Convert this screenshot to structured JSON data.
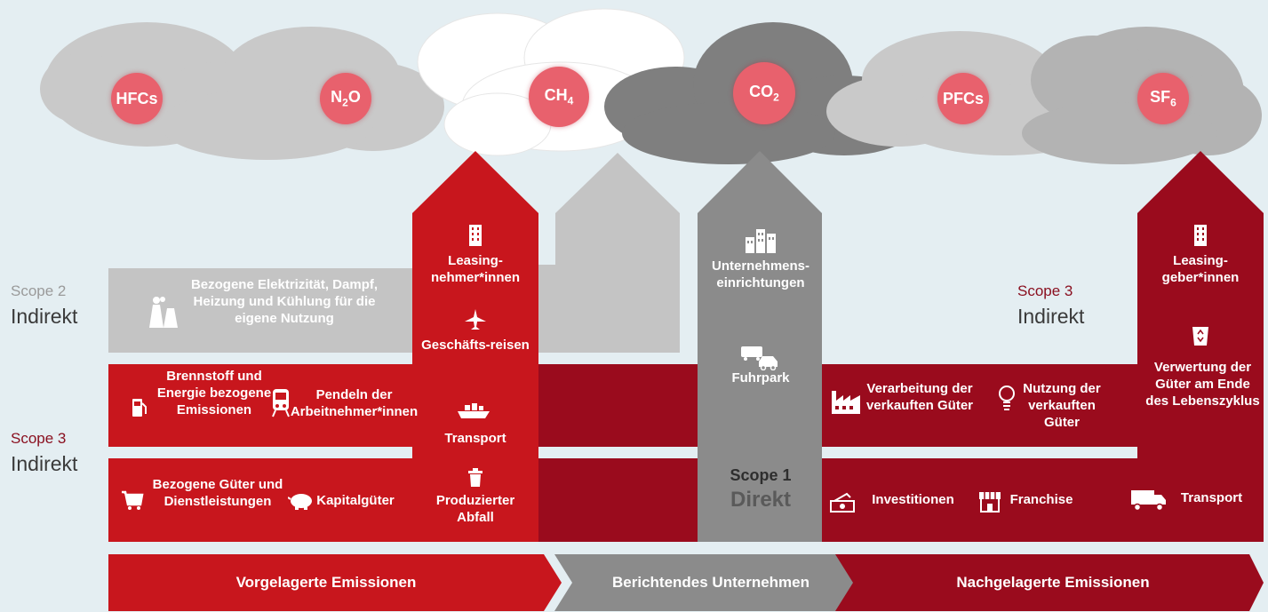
{
  "gases": [
    "HFCs",
    "N2O",
    "CH4",
    "CO2",
    "PFCs",
    "SF6"
  ],
  "left_labels": {
    "scope2_title": "Scope 2",
    "scope2_sub": "Indirekt",
    "scope3_title": "Scope 3",
    "scope3_sub": "Indirekt"
  },
  "right_labels": {
    "scope3_title": "Scope 3",
    "scope3_sub": "Indirekt"
  },
  "scope1": {
    "title": "Scope 1",
    "sub": "Direkt"
  },
  "items": {
    "strom": "Bezogene Elektrizität, Dampf, Heizung und Kühlung für die eigene Nutzung",
    "brennstoff": "Brennstoff und Energie bezogene Emissionen",
    "pendeln": "Pendeln der Arbeitnehmer*innen",
    "gueter": "Bezogene Güter und Dienstleistungen",
    "kapital": "Kapitalgüter",
    "leasingnehmer": "Leasing-nehmer*innen",
    "reisen": "Geschäfts-reisen",
    "transport_up": "Transport",
    "abfall": "Produzierter Abfall",
    "einrichtungen": "Unternehmens-einrichtungen",
    "fuhrpark": "Fuhrpark",
    "verarbeitung": "Verarbeitung der verkauften Güter",
    "nutzung": "Nutzung der verkauften Güter",
    "investitionen": "Investitionen",
    "franchise": "Franchise",
    "leasinggeber": "Leasing-geber*innen",
    "verwertung": "Verwertung der Güter am Ende des Lebenszyklus",
    "transport_down": "Transport"
  },
  "bottom_bar": {
    "upstream": "Vorgelagerte Emissionen",
    "reporting": "Berichtendes Unternehmen",
    "downstream": "Nachgelagerte Emissionen"
  },
  "colors": {
    "red": "#c8161d",
    "dark_red": "#9a0b1d",
    "gray": "#a0a0a0",
    "dark_gray": "#8b8b8b",
    "light_gray": "#c8c8c8",
    "bubble": "#e8616d",
    "scope_red_text": "#8a1020",
    "scope_gray_text": "#9a9a9a",
    "text_dark": "#3a3a3a"
  }
}
